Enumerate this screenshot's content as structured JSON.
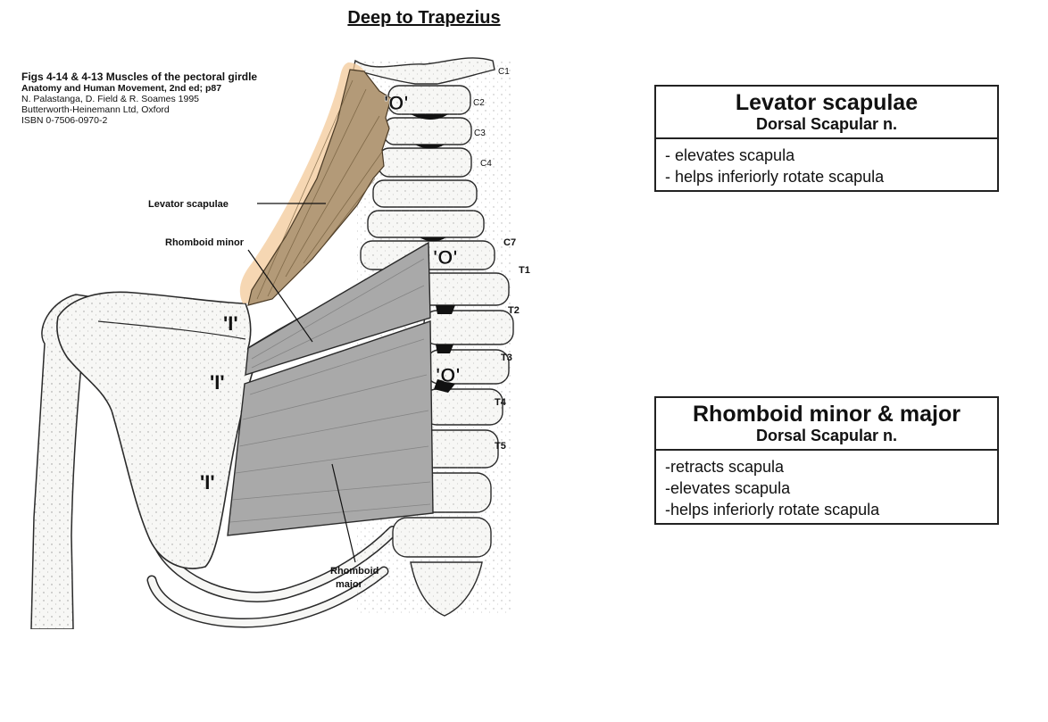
{
  "page": {
    "title": "Deep to Trapezius"
  },
  "citation": {
    "line1": "Figs 4-14 & 4-13 Muscles of the pectoral girdle",
    "line2": "Anatomy and Human Movement, 2nd ed; p87",
    "line3": "N. Palastanga, D. Field & R. Soames 1995",
    "line4": "Butterworth-Heinemann Ltd, Oxford",
    "line5": "ISBN 0-7506-0970-2"
  },
  "figure": {
    "labels": {
      "levator_scapulae": "Levator scapulae",
      "rhomboid_minor": "Rhomboid minor",
      "rhomboid_major": [
        "Rhomboid",
        "major"
      ]
    },
    "vertebrae": [
      "C1",
      "C2",
      "C3",
      "C4",
      "C7",
      "T1",
      "T2",
      "T3",
      "T4",
      "T5"
    ],
    "origin_marker": "'O'",
    "insertion_marker": "'I'",
    "colors": {
      "levator_fill": "#b39a78",
      "levator_halo": "#f3c99a",
      "rhomboid_fill": "#a9a9a9",
      "bone_fill": "#f7f7f5",
      "outline": "#2a2a2a"
    }
  },
  "boxes": [
    {
      "name": "Levator scapulae",
      "nerve": "Dorsal Scapular n.",
      "actions": [
        "- elevates scapula",
        "- helps inferiorly rotate scapula"
      ]
    },
    {
      "name": "Rhomboid minor & major",
      "nerve": "Dorsal Scapular n.",
      "actions": [
        "-retracts scapula",
        "-elevates scapula",
        "-helps inferiorly rotate scapula"
      ]
    }
  ]
}
